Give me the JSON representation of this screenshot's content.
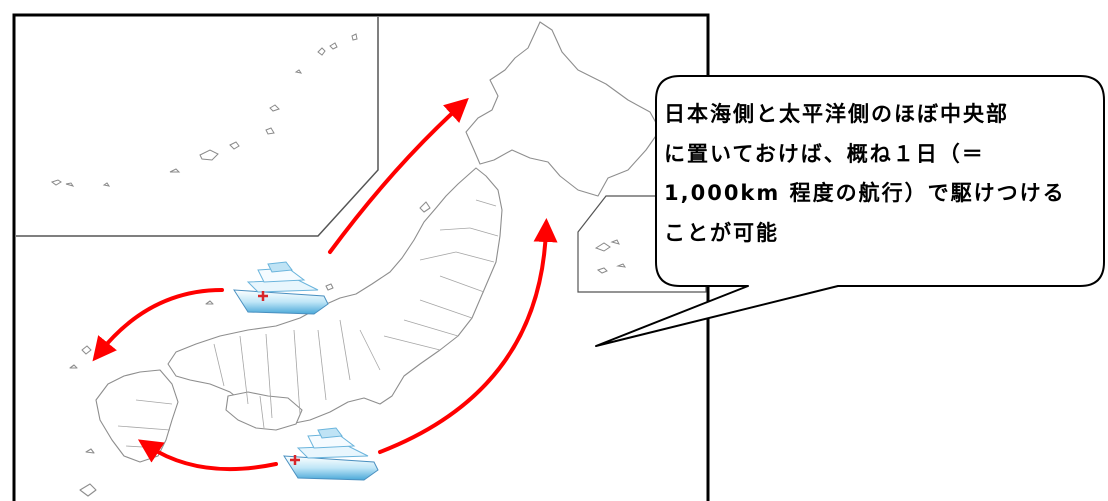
{
  "callout": {
    "lines": [
      "日本海側と太平洋側のほぼ中央部",
      "に置いておけば、概ね１日（＝",
      "1,000km 程度の航行）で駆けつける",
      "ことが可能"
    ]
  },
  "ships": [
    {
      "name": "hospital-ship",
      "marker": "+",
      "route": "japan-sea-side"
    },
    {
      "name": "hospital-ship",
      "marker": "+",
      "route": "pacific-side"
    }
  ],
  "colors": {
    "arrow": "#ff0000",
    "map_outline": "#9a9a9a",
    "frame": "#000000",
    "ship_marker": "#d8262a",
    "ship_body": "#6cc0e8"
  }
}
